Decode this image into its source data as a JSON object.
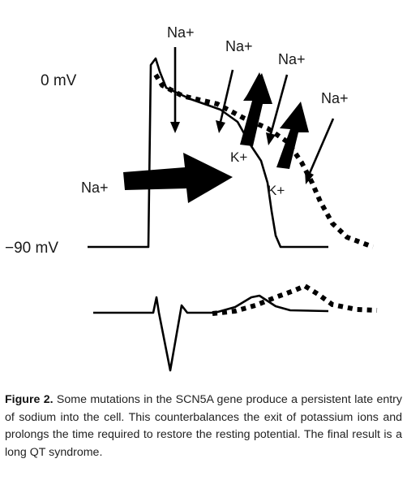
{
  "diagram": {
    "labels": {
      "voltage_top": "0 mV",
      "voltage_bottom": "−90 mV",
      "na_inward_left": "Na+",
      "na_top_1": "Na+",
      "na_top_2": "Na+",
      "na_top_3": "Na+",
      "na_top_4": "Na+",
      "k_out_1": "K+",
      "k_out_2": "K+"
    },
    "colors": {
      "ink": "#000000",
      "text": "#1a1a1a"
    }
  },
  "caption": {
    "label": "Figure 2.",
    "text": " Some mutations in the SCN5A gene produce a persistent late entry of sodium into the cell. This counterbalances the exit of potassium ions and prolongs the time required to restore the resting potential. The final result is a long QT syndrome."
  }
}
